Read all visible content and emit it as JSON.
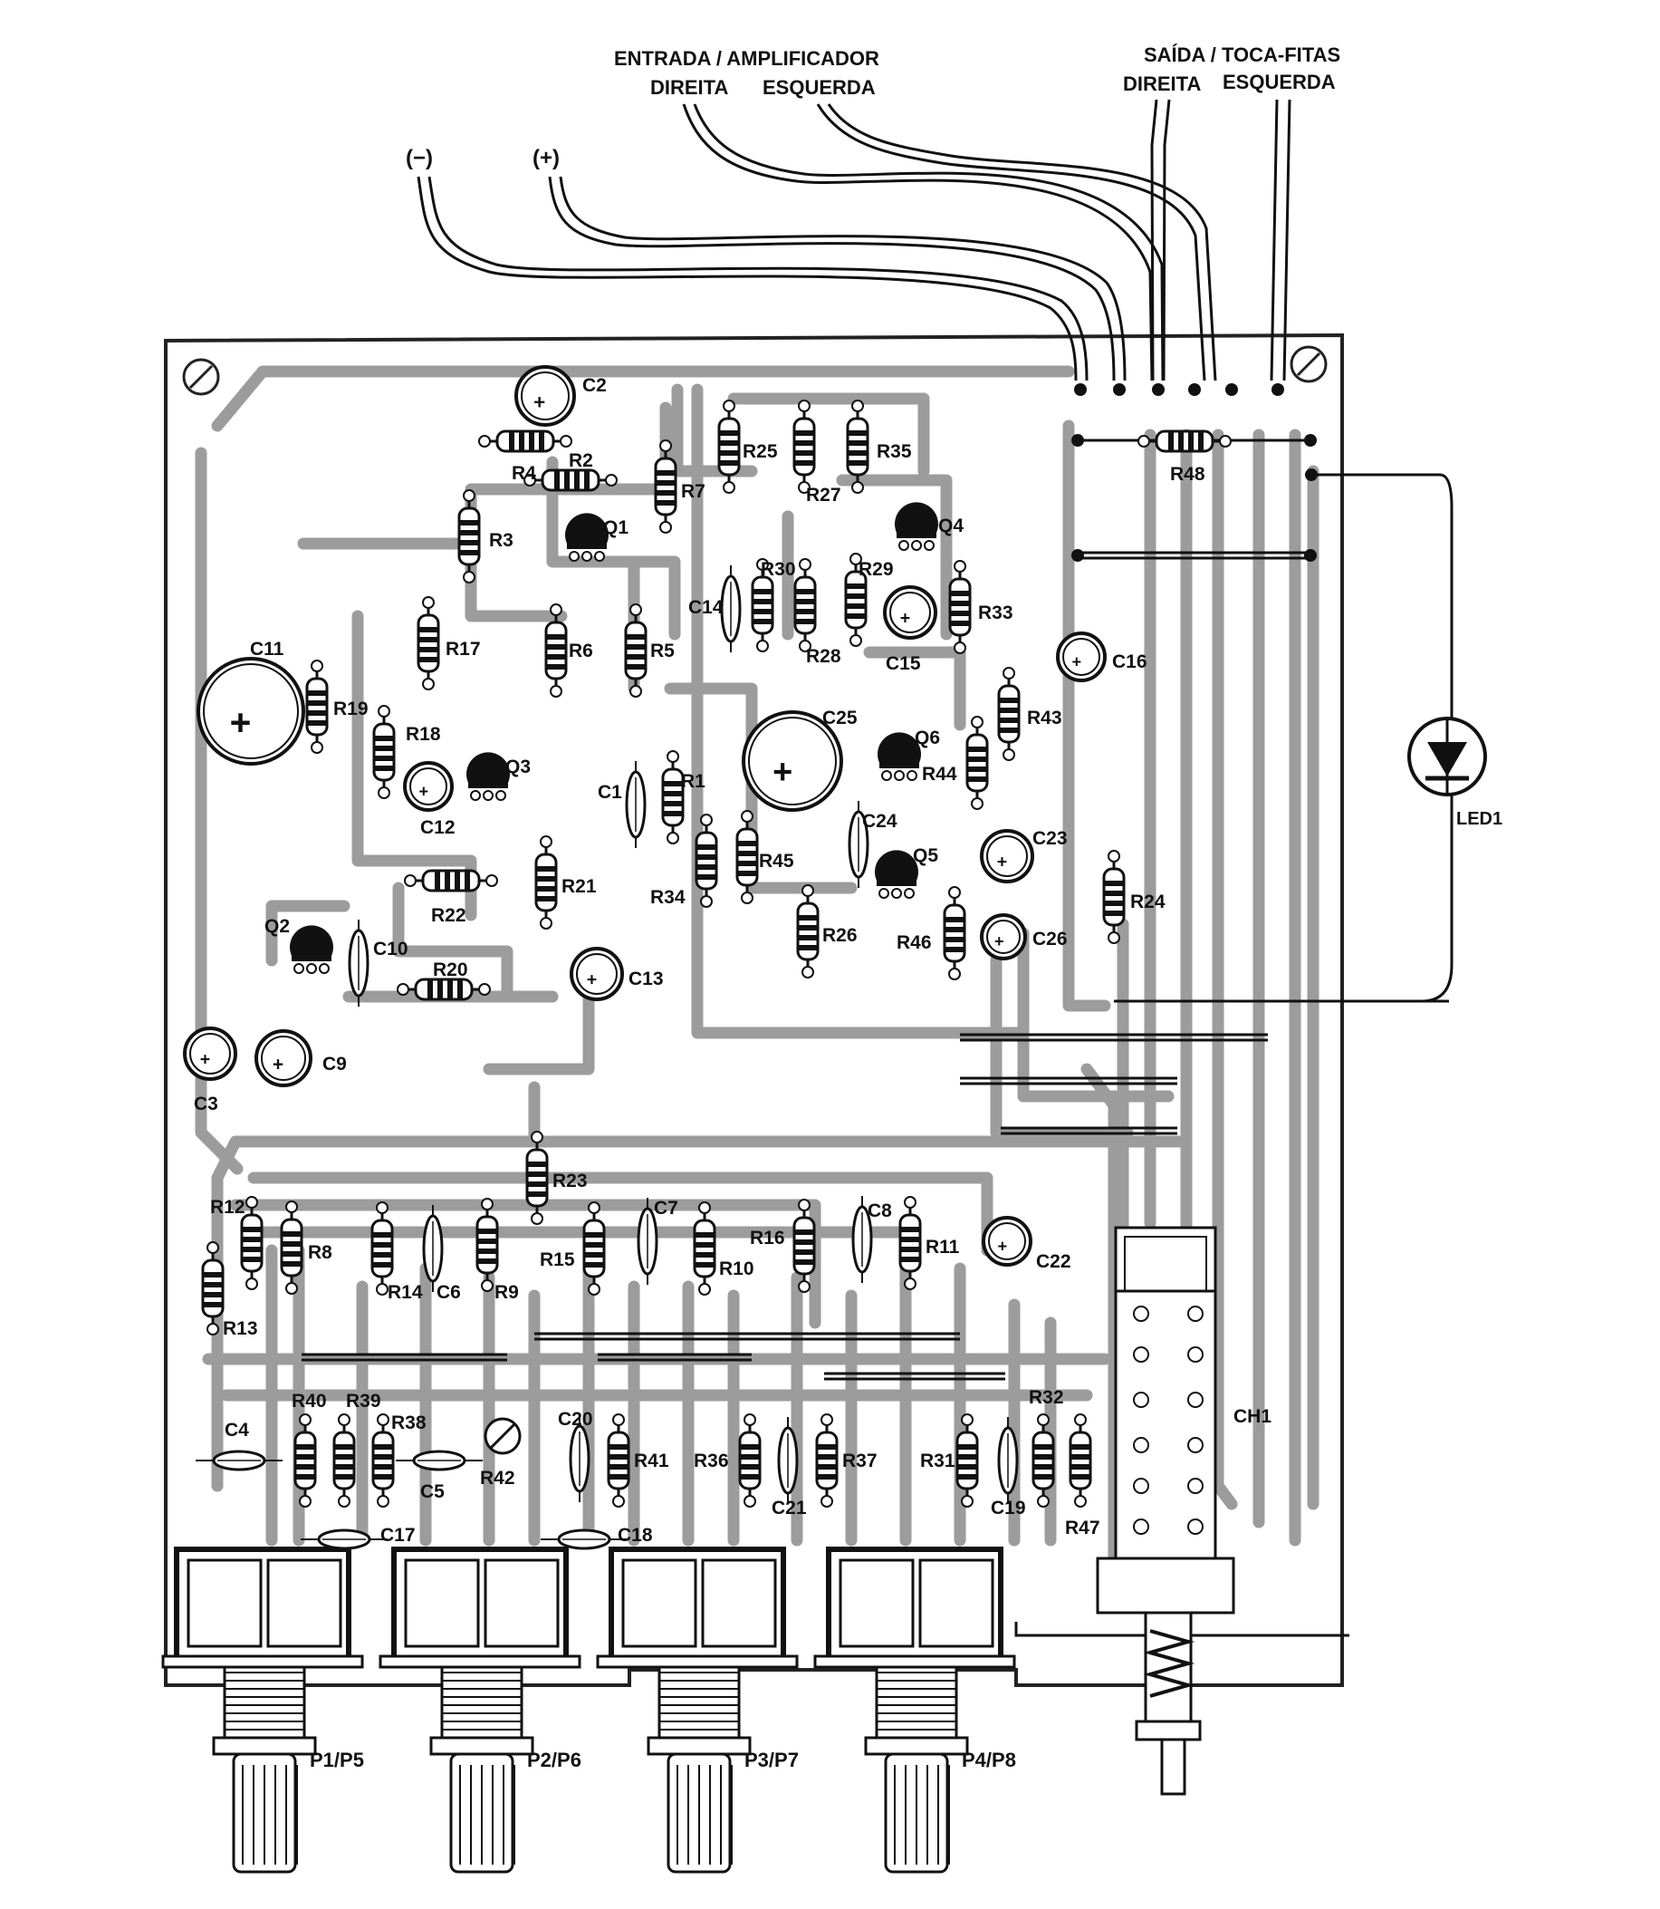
{
  "wire_labels": {
    "entrada_amplificador": "ENTRADA / AMPLIFICADOR",
    "entrada_direita": "DIREITA",
    "entrada_esquerda": "ESQUERDA",
    "saida_toca_fitas": "SAÍDA / TOCA-FITAS",
    "saida_direita": "DIREITA",
    "saida_esquerda": "ESQUERDA",
    "minus": "(−)",
    "plus": "(+)"
  },
  "resistors": [
    {
      "id": "R2",
      "label": "R2",
      "orient": "h"
    },
    {
      "id": "R4",
      "label": "R4",
      "orient": "h"
    },
    {
      "id": "R3",
      "label": "R3",
      "orient": "v"
    },
    {
      "id": "R7",
      "label": "R7",
      "orient": "v"
    },
    {
      "id": "R25",
      "label": "R25",
      "orient": "v"
    },
    {
      "id": "R27",
      "label": "R27",
      "orient": "v"
    },
    {
      "id": "R35",
      "label": "R35",
      "orient": "v"
    },
    {
      "id": "R48",
      "label": "R48",
      "orient": "h"
    },
    {
      "id": "R30",
      "label": "R30",
      "orient": "v"
    },
    {
      "id": "R28",
      "label": "R28",
      "orient": "v"
    },
    {
      "id": "R29",
      "label": "R29",
      "orient": "v"
    },
    {
      "id": "R33",
      "label": "R33",
      "orient": "v"
    },
    {
      "id": "R17",
      "label": "R17",
      "orient": "v"
    },
    {
      "id": "R6",
      "label": "R6",
      "orient": "v"
    },
    {
      "id": "R5",
      "label": "R5",
      "orient": "v"
    },
    {
      "id": "R19",
      "label": "R19",
      "orient": "v"
    },
    {
      "id": "R18",
      "label": "R18",
      "orient": "v"
    },
    {
      "id": "R43",
      "label": "R43",
      "orient": "v"
    },
    {
      "id": "R44",
      "label": "R44",
      "orient": "v"
    },
    {
      "id": "R1",
      "label": "R1",
      "orient": "v"
    },
    {
      "id": "R34",
      "label": "R34",
      "orient": "v"
    },
    {
      "id": "R45",
      "label": "R45",
      "orient": "v"
    },
    {
      "id": "R22",
      "label": "R22",
      "orient": "h"
    },
    {
      "id": "R21",
      "label": "R21",
      "orient": "v"
    },
    {
      "id": "R24",
      "label": "R24",
      "orient": "v"
    },
    {
      "id": "R26",
      "label": "R26",
      "orient": "v"
    },
    {
      "id": "R46",
      "label": "R46",
      "orient": "v"
    },
    {
      "id": "R20",
      "label": "R20",
      "orient": "h"
    },
    {
      "id": "R23",
      "label": "R23",
      "orient": "v"
    },
    {
      "id": "R12",
      "label": "R12",
      "orient": "v"
    },
    {
      "id": "R8",
      "label": "R8",
      "orient": "v"
    },
    {
      "id": "R13",
      "label": "R13",
      "orient": "v"
    },
    {
      "id": "R14",
      "label": "R14",
      "orient": "v"
    },
    {
      "id": "R9",
      "label": "R9",
      "orient": "v"
    },
    {
      "id": "R15",
      "label": "R15",
      "orient": "v"
    },
    {
      "id": "R10",
      "label": "R10",
      "orient": "v"
    },
    {
      "id": "R16",
      "label": "R16",
      "orient": "v"
    },
    {
      "id": "R11",
      "label": "R11",
      "orient": "v"
    },
    {
      "id": "R40",
      "label": "R40",
      "orient": "v"
    },
    {
      "id": "R39",
      "label": "R39",
      "orient": "v"
    },
    {
      "id": "R38",
      "label": "R38",
      "orient": "v"
    },
    {
      "id": "R41",
      "label": "R41",
      "orient": "v"
    },
    {
      "id": "R36",
      "label": "R36",
      "orient": "v"
    },
    {
      "id": "R37",
      "label": "R37",
      "orient": "v"
    },
    {
      "id": "R31",
      "label": "R31",
      "orient": "v"
    },
    {
      "id": "R32",
      "label": "R32",
      "orient": "v"
    },
    {
      "id": "R47",
      "label": "R47",
      "orient": "v"
    }
  ],
  "electrolytics": [
    {
      "id": "C2",
      "label": "C2",
      "size": "m"
    },
    {
      "id": "C11",
      "label": "C11",
      "size": "xl"
    },
    {
      "id": "C12",
      "label": "C12",
      "size": "s"
    },
    {
      "id": "C15",
      "label": "C15",
      "size": "s"
    },
    {
      "id": "C16",
      "label": "C16",
      "size": "s"
    },
    {
      "id": "C25",
      "label": "C25",
      "size": "l"
    },
    {
      "id": "C23",
      "label": "C23",
      "size": "s"
    },
    {
      "id": "C26",
      "label": "C26",
      "size": "s"
    },
    {
      "id": "C13",
      "label": "C13",
      "size": "s"
    },
    {
      "id": "C3",
      "label": "C3",
      "size": "s"
    },
    {
      "id": "C9",
      "label": "C9",
      "size": "s"
    },
    {
      "id": "C22",
      "label": "C22",
      "size": "s"
    }
  ],
  "film_caps": [
    {
      "id": "C14",
      "label": "C14",
      "orient": "v"
    },
    {
      "id": "C1",
      "label": "C1",
      "orient": "v"
    },
    {
      "id": "C24",
      "label": "C24",
      "orient": "v"
    },
    {
      "id": "C10",
      "label": "C10",
      "orient": "v"
    },
    {
      "id": "C6",
      "label": "C6",
      "orient": "v"
    },
    {
      "id": "C7",
      "label": "C7",
      "orient": "v"
    },
    {
      "id": "C8",
      "label": "C8",
      "orient": "v"
    },
    {
      "id": "C4",
      "label": "C4",
      "orient": "h"
    },
    {
      "id": "C5",
      "label": "C5",
      "orient": "h"
    },
    {
      "id": "C17",
      "label": "C17",
      "orient": "h"
    },
    {
      "id": "C18",
      "label": "C18",
      "orient": "h"
    },
    {
      "id": "C20",
      "label": "C20",
      "orient": "v"
    },
    {
      "id": "C21",
      "label": "C21",
      "orient": "v"
    },
    {
      "id": "C19",
      "label": "C19",
      "orient": "v"
    }
  ],
  "transistors": [
    {
      "id": "Q1",
      "label": "Q1"
    },
    {
      "id": "Q2",
      "label": "Q2"
    },
    {
      "id": "Q3",
      "label": "Q3"
    },
    {
      "id": "Q4",
      "label": "Q4"
    },
    {
      "id": "Q5",
      "label": "Q5"
    },
    {
      "id": "Q6",
      "label": "Q6"
    }
  ],
  "trimmer": {
    "id": "R42",
    "label": "R42"
  },
  "led": {
    "id": "LED1",
    "label": "LED1"
  },
  "switch": {
    "id": "CH1",
    "label": "CH1"
  },
  "potentiometers": [
    {
      "id": "P1",
      "label": "P1/P5"
    },
    {
      "id": "P2",
      "label": "P2/P6"
    },
    {
      "id": "P3",
      "label": "P3/P7"
    },
    {
      "id": "P4",
      "label": "P4/P8"
    }
  ],
  "colors": {
    "ink": "#111111",
    "trace": "#9c9c9c",
    "paper": "#ffffff",
    "board_edge": "#222222"
  }
}
